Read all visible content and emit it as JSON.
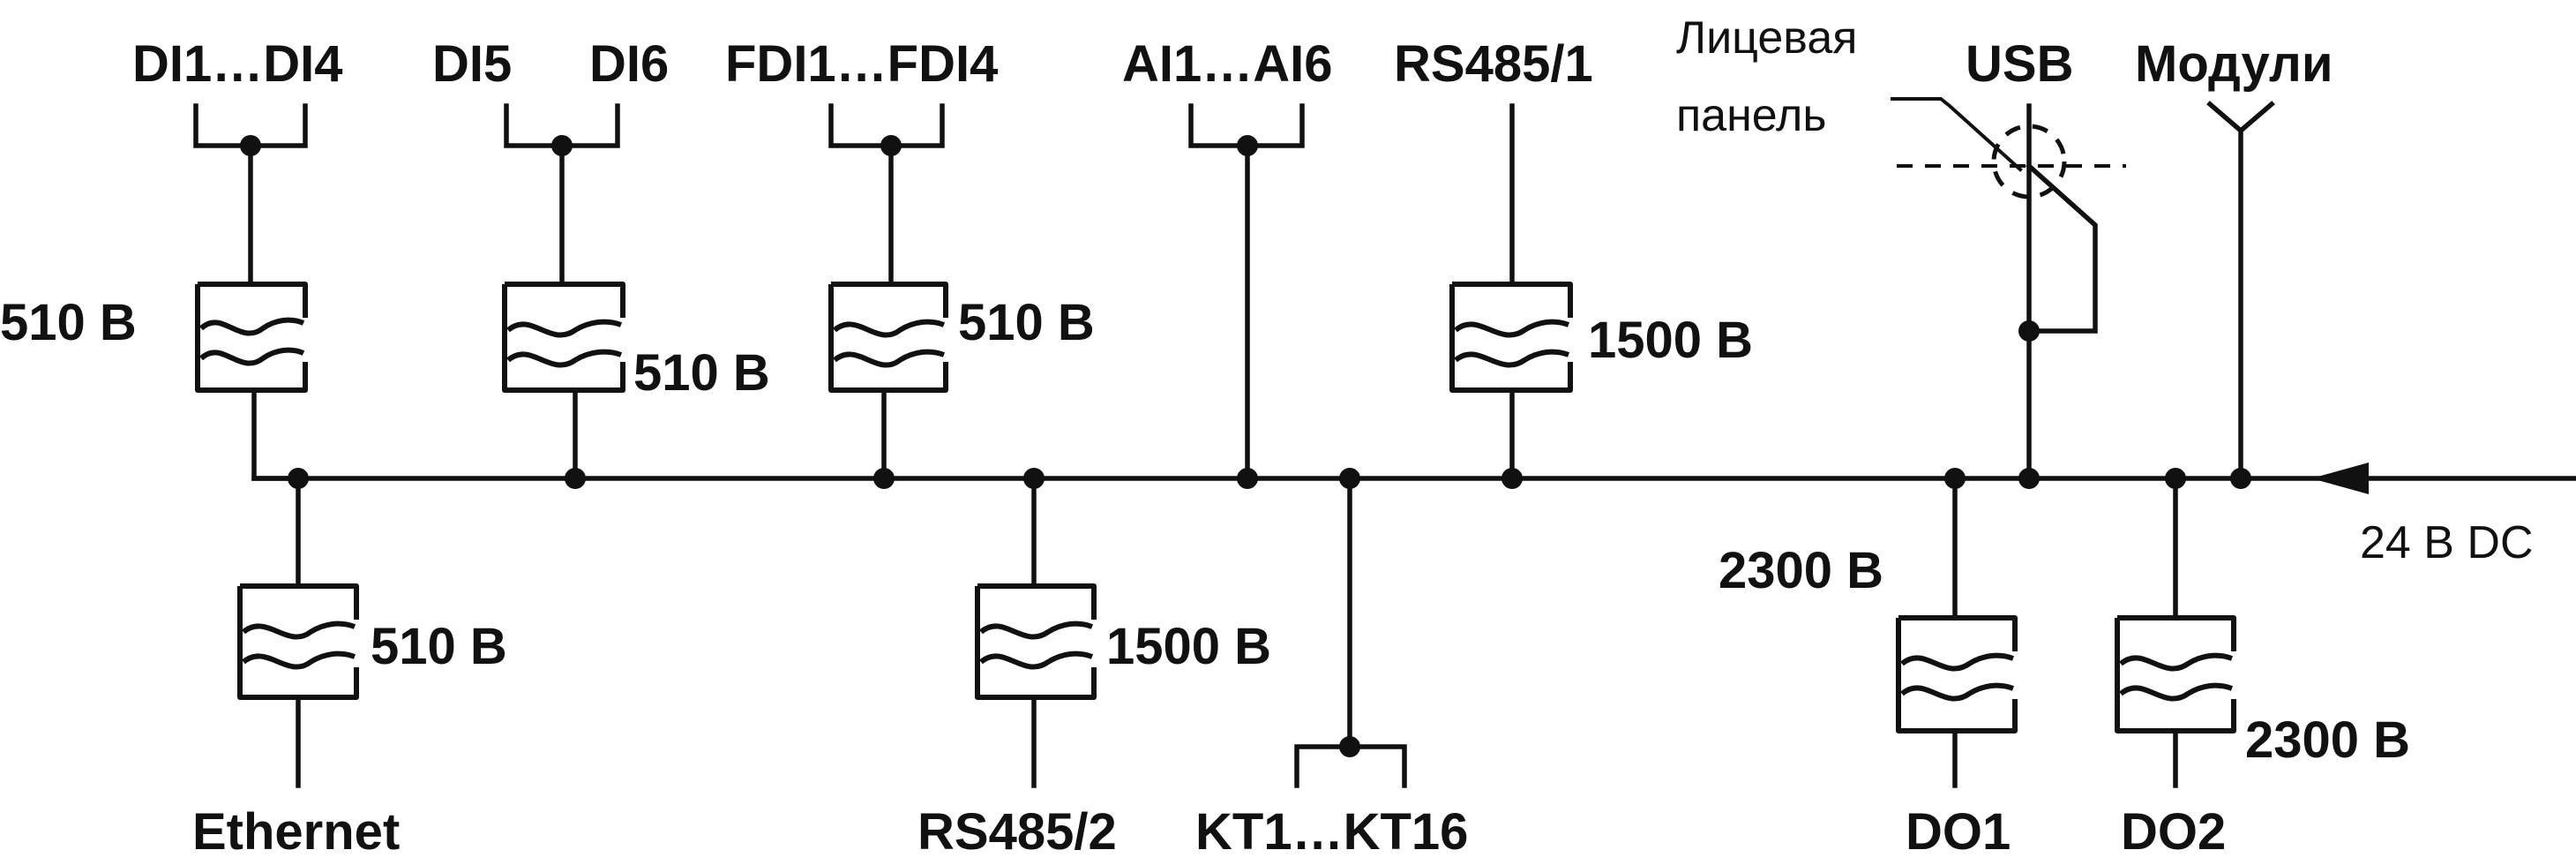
{
  "top_labels": {
    "di1_4": "DI1…DI4",
    "di5": "DI5",
    "di6": "DI6",
    "fdi1_4": "FDI1…FDI4",
    "ai1_6": "AI1…AI6",
    "rs485_1": "RS485/1",
    "front_panel_1": "Лицевая",
    "front_panel_2": "панель",
    "usb": "USB",
    "modules": "Модули"
  },
  "bottom_labels": {
    "ethernet": "Ethernet",
    "rs485_2": "RS485/2",
    "kt1_16": "KT1…KT16",
    "do1": "DO1",
    "do2": "DO2"
  },
  "isolation_voltages": {
    "di1_4": "510 В",
    "di5_6": "510 В",
    "fdi1_4": "510 В",
    "rs485_1": "1500 В",
    "ethernet": "510 В",
    "rs485_2": "1500 В",
    "do1": "2300 В",
    "do2": "2300 В"
  },
  "power": "24 В DC"
}
